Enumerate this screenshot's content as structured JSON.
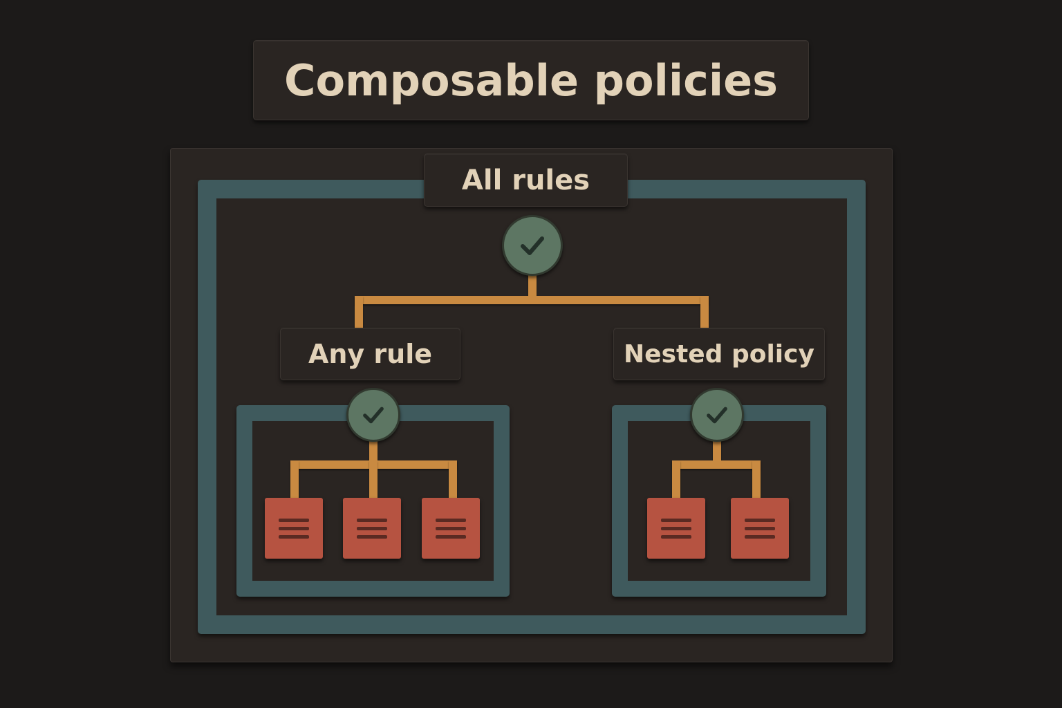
{
  "title": "Composable policies",
  "root": {
    "label": "All rules",
    "icon": "check-circle-icon"
  },
  "branches": [
    {
      "label": "Any rule",
      "icon": "check-circle-icon",
      "rule_count": 3,
      "rule_icon": "document-lines-icon"
    },
    {
      "label": "Nested policy",
      "icon": "check-circle-icon",
      "rule_count": 2,
      "rule_icon": "document-lines-icon"
    }
  ],
  "colors": {
    "background": "#1c1a19",
    "panel": "#2a2522",
    "frame": "#3f5a5d",
    "connector": "#c98a41",
    "check_node": "#5d7663",
    "rule_card": "#b65341",
    "text": "#e2d2b8"
  }
}
